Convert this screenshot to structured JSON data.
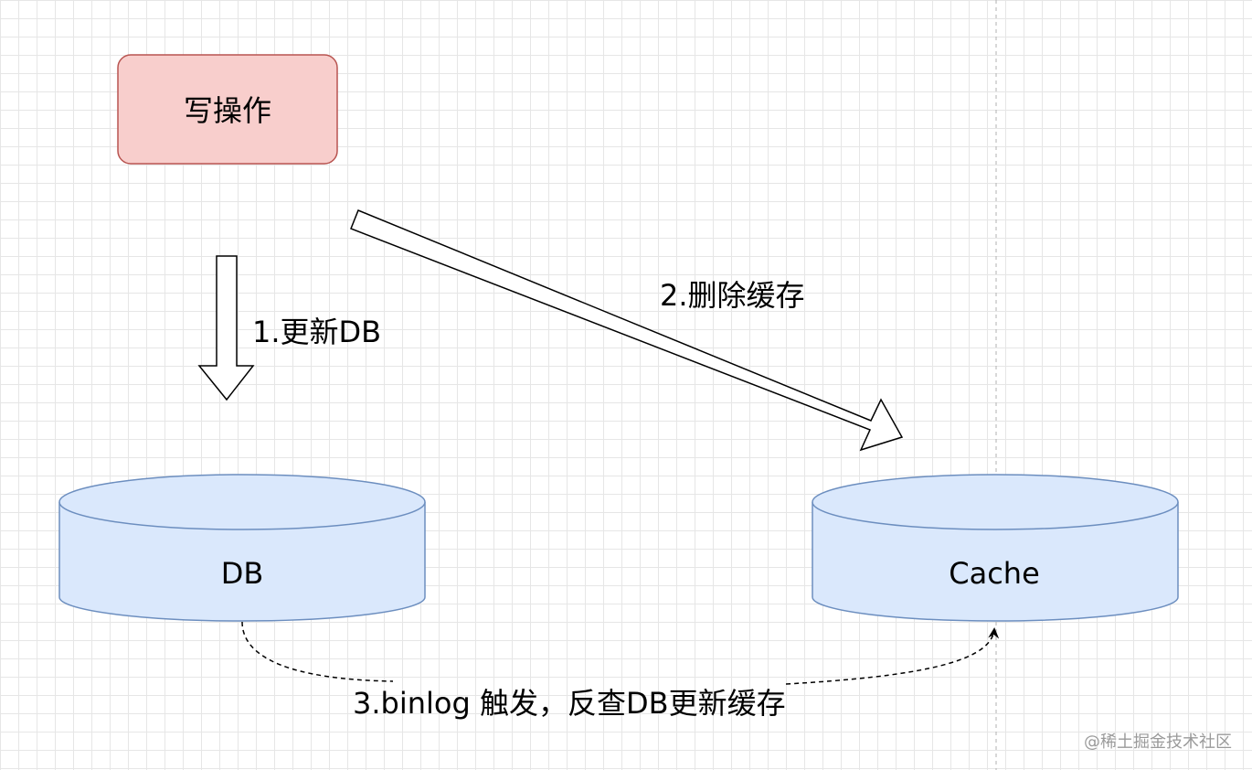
{
  "nodes": {
    "write_op": {
      "label": "写操作",
      "fill": "#f8cecc",
      "stroke": "#b85450"
    },
    "db": {
      "label": "DB",
      "fill": "#dae8fc",
      "stroke": "#6c8ebf"
    },
    "cache": {
      "label": "Cache",
      "fill": "#dae8fc",
      "stroke": "#6c8ebf"
    }
  },
  "edges": {
    "update_db": {
      "label": "1.更新DB"
    },
    "delete_cache": {
      "label": "2.删除缓存"
    },
    "binlog": {
      "label": "3.binlog 触发，反查DB更新缓存"
    }
  },
  "watermark": "@稀土掘金技术社区"
}
